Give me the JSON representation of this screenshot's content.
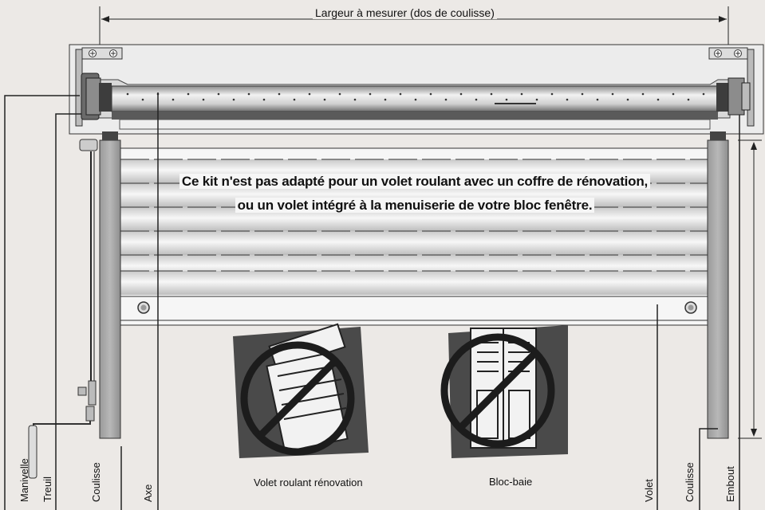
{
  "top_dimension": "Largeur à mesurer (dos de coulisse)",
  "warning": {
    "line1": "Ce kit n'est pas adapté pour un volet roulant avec un coffre de rénovation,",
    "line2": "ou un volet intégré à la menuiserie de votre bloc fenêtre."
  },
  "labels": {
    "manivelle": "Manivelle",
    "treuil": "Treuil",
    "coulisse_left": "Coulisse",
    "axe": "Axe",
    "volet": "Volet",
    "coulisse_right": "Coulisse",
    "embout": "Embout"
  },
  "examples": [
    {
      "caption": "Volet roulant rénovation"
    },
    {
      "caption": "Bloc-baie"
    }
  ],
  "colors": {
    "background": "#ece9e6",
    "rail": "#a8a8a8",
    "slat_light": "#f4f4f4",
    "slat_dark": "#c9c9c9",
    "prohibition": "#222222",
    "badge_bg": "#555555"
  }
}
